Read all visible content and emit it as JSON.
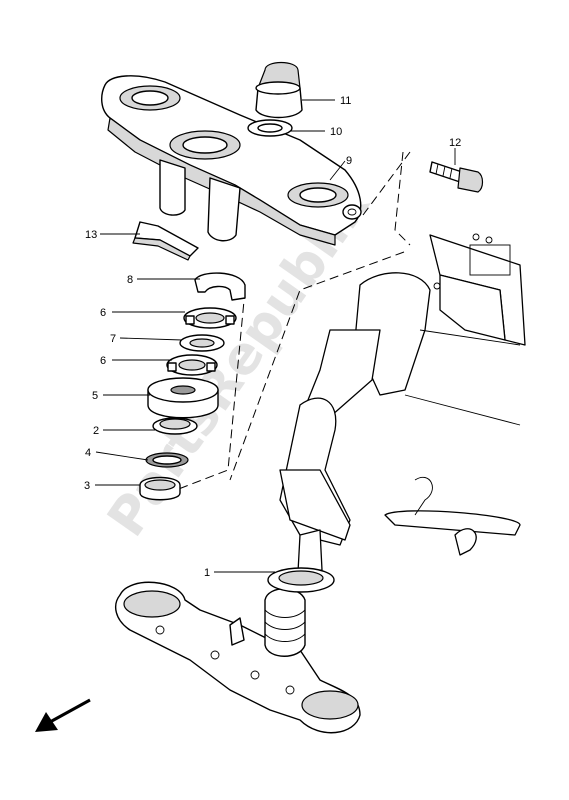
{
  "watermark": "PartsRepublik",
  "callouts": [
    {
      "id": "c1",
      "number": "1"
    },
    {
      "id": "c2",
      "number": "2"
    },
    {
      "id": "c3",
      "number": "3"
    },
    {
      "id": "c4",
      "number": "4"
    },
    {
      "id": "c5",
      "number": "5"
    },
    {
      "id": "c6a",
      "number": "6"
    },
    {
      "id": "c6b",
      "number": "6"
    },
    {
      "id": "c7",
      "number": "7"
    },
    {
      "id": "c8",
      "number": "8"
    },
    {
      "id": "c9",
      "number": "9"
    },
    {
      "id": "c10",
      "number": "10"
    },
    {
      "id": "c11",
      "number": "11"
    },
    {
      "id": "c12",
      "number": "12"
    },
    {
      "id": "c13",
      "number": "13"
    }
  ],
  "icons": {
    "direction_arrow": "front-direction-arrow-icon"
  }
}
